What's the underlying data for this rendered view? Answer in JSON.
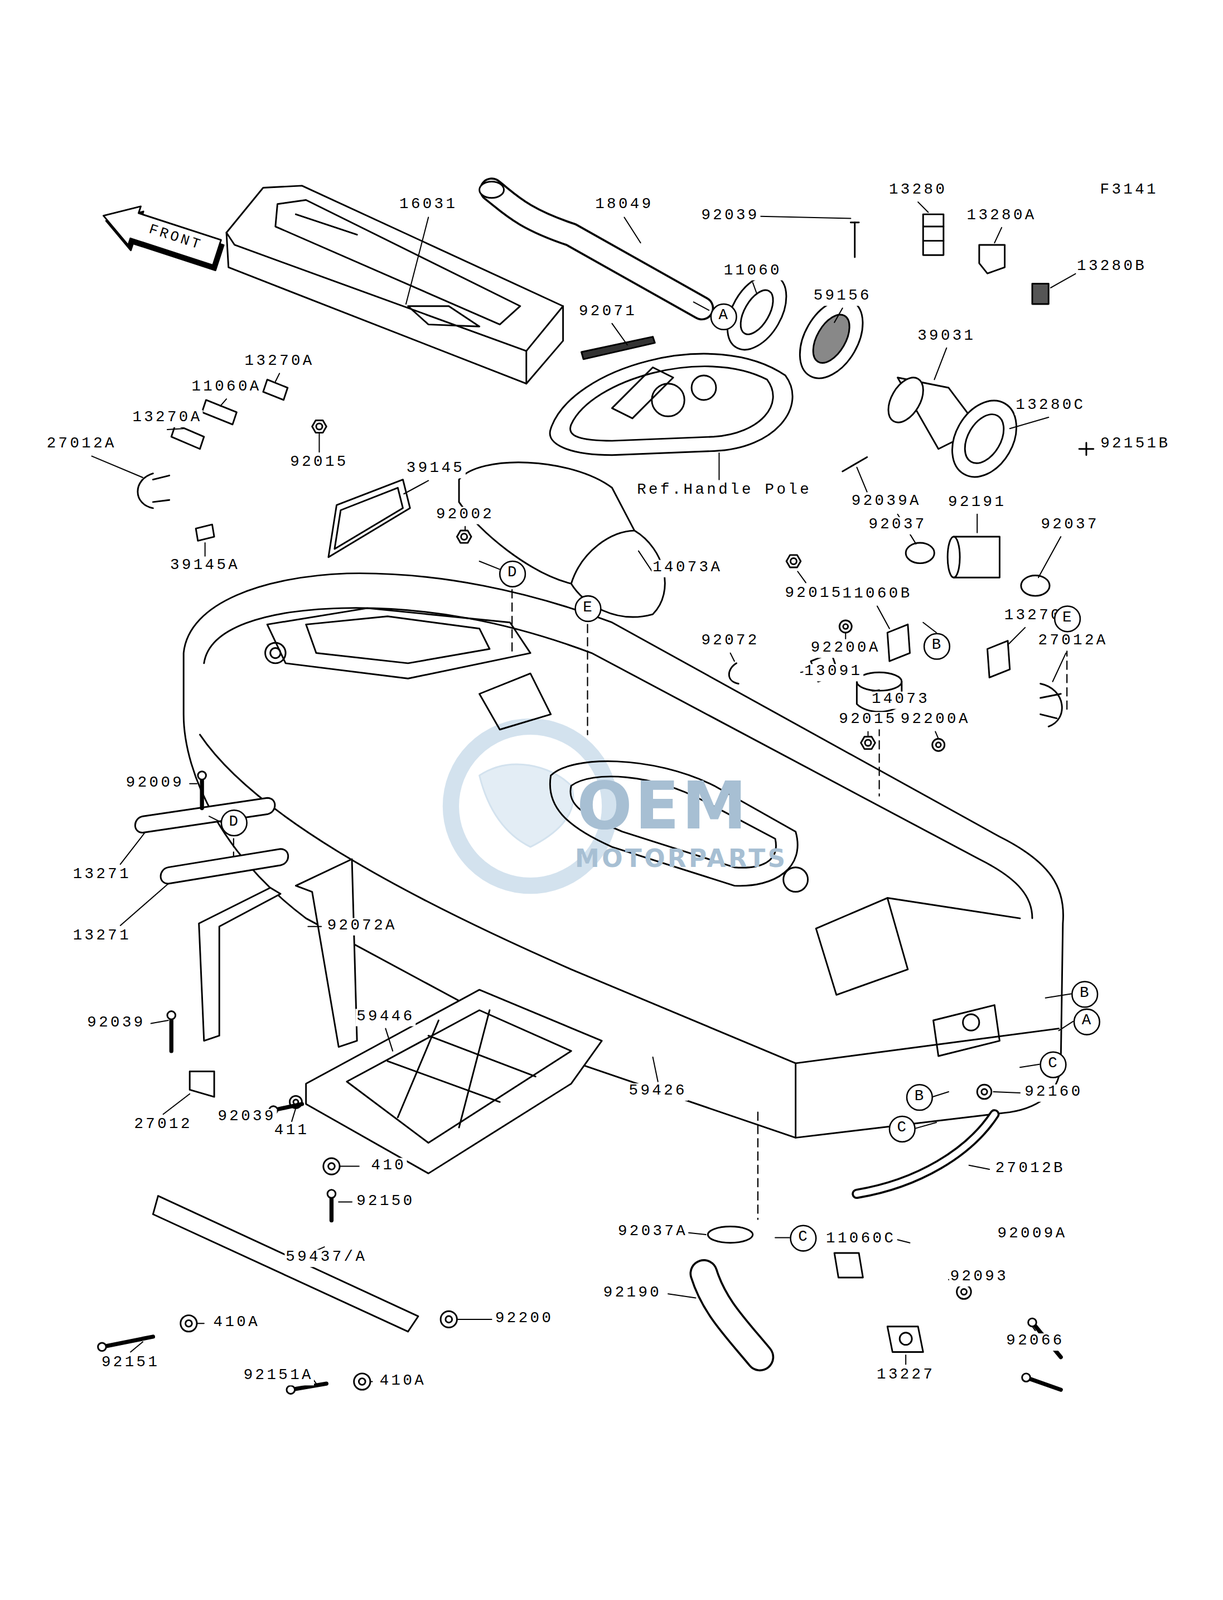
{
  "diagram": {
    "nodes": [
      {
        "text": [
          "A"
        ]
      },
      {
        "text": [
          "D"
        ]
      },
      {
        "text": [
          "E"
        ]
      },
      {
        "text": [
          "E"
        ]
      },
      {
        "text": [
          "B"
        ]
      },
      {
        "text": [
          "D"
        ]
      },
      {
        "text": [
          "B"
        ]
      },
      {
        "text": [
          "A"
        ]
      },
      {
        "text": [
          "C"
        ]
      },
      {
        "text": [
          "B"
        ]
      },
      {
        "text": [
          "C"
        ]
      },
      {
        "text": [
          "C"
        ]
      }
    ],
    "labels": [
      "F3141",
      "FRONT",
      "16031",
      "18049",
      "13280",
      "13280A",
      "92039",
      "13280B",
      "11060",
      "59156",
      "92071",
      "39031",
      "13270A",
      "11060A",
      "13280C",
      "13270A",
      "27012A",
      "92151B",
      "92015",
      "39145",
      "92037",
      "Ref.Handle Pole",
      "92039A",
      "92191",
      "92037",
      "92002",
      "39145A",
      "14073A",
      "92015",
      "11060B",
      "13270",
      "92200A",
      "92072",
      "27012A",
      "13091",
      "14073",
      "92015",
      "92200A",
      "92009",
      "OEM",
      "MOTORPARTS",
      "13271",
      "92072A",
      "13271",
      "59446",
      "92039",
      "59426",
      "92160",
      "92039",
      "27012",
      "411",
      "410",
      "27012B",
      "92150",
      "92037A",
      "92009A",
      "11060C",
      "59437/A",
      "92093",
      "92190",
      "92200",
      "410A",
      "92066",
      "92151",
      "13227",
      "92151A",
      "410A"
    ]
  }
}
